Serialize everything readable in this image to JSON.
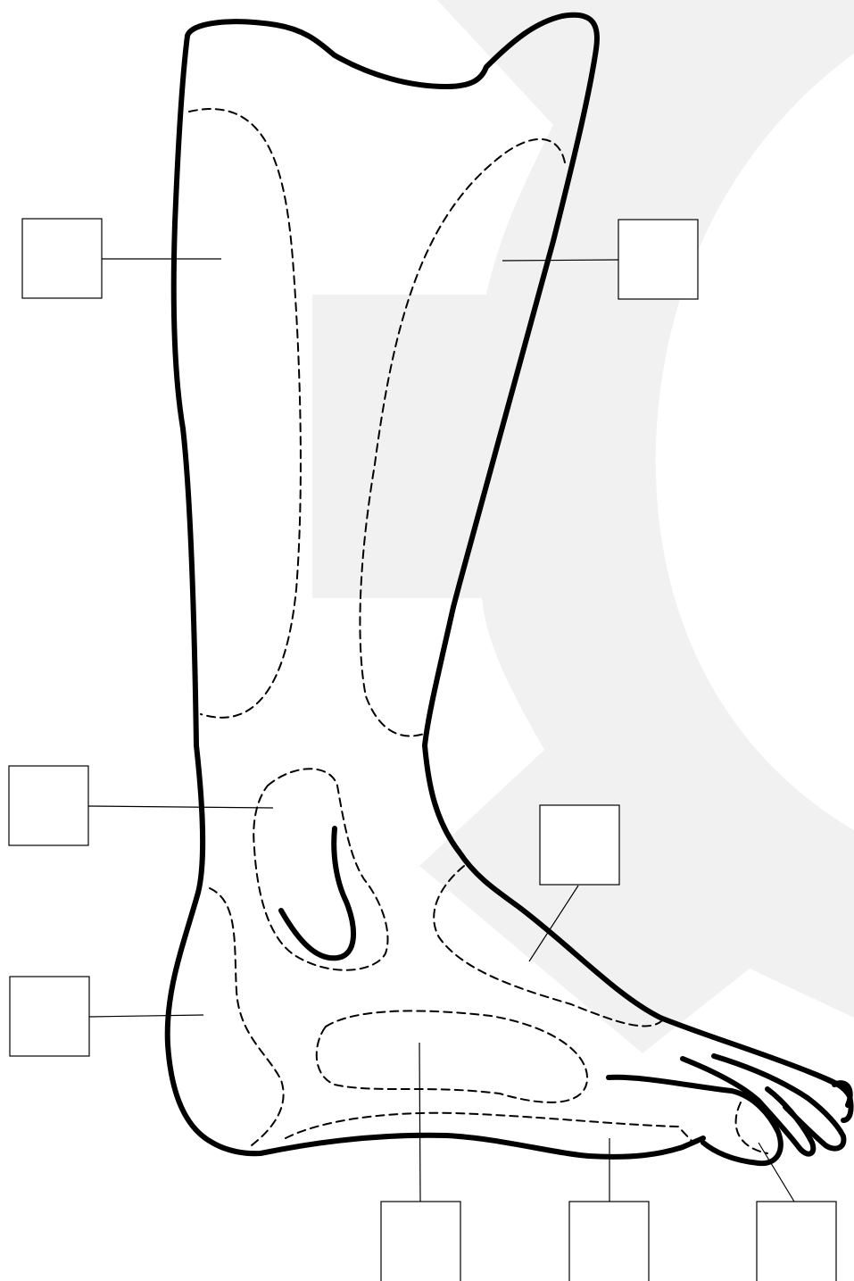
{
  "diagram": {
    "colors": {
      "background": "#ffffff",
      "watermark": "#f1f1f1",
      "ink": "#000000"
    },
    "labels": [
      {
        "id": "shin-left",
        "text": ""
      },
      {
        "id": "shin-right",
        "text": ""
      },
      {
        "id": "ankle-inner",
        "text": ""
      },
      {
        "id": "instep",
        "text": ""
      },
      {
        "id": "heel",
        "text": ""
      },
      {
        "id": "sole-arch",
        "text": ""
      },
      {
        "id": "sole-forefoot",
        "text": ""
      },
      {
        "id": "toes",
        "text": ""
      }
    ]
  }
}
